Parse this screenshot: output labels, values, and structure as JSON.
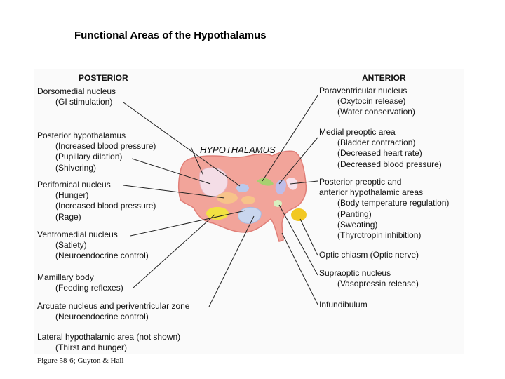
{
  "title": "Functional Areas of the Hypothalamus",
  "headers": {
    "posterior": "POSTERIOR",
    "anterior": "ANTERIOR"
  },
  "center_label": "HYPOTHALAMUS",
  "left_labels": [
    {
      "name": "Dorsomedial nucleus",
      "details": [
        "(GI stimulation)"
      ]
    },
    {
      "name": "Posterior hypothalamus",
      "details": [
        "(Increased blood pressure)",
        "(Pupillary dilation)",
        "(Shivering)"
      ]
    },
    {
      "name": "Perifornical nucleus",
      "details": [
        "(Hunger)",
        "(Increased blood pressure)",
        "(Rage)"
      ]
    },
    {
      "name": "Ventromedial nucleus",
      "details": [
        "(Satiety)",
        "(Neuroendocrine control)"
      ]
    },
    {
      "name": "Mamillary body",
      "details": [
        "(Feeding reflexes)"
      ]
    },
    {
      "name": "Arcuate nucleus and periventricular zone",
      "details": [
        "(Neuroendocrine control)"
      ]
    },
    {
      "name": "Lateral hypothalamic area (not shown)",
      "details": [
        "(Thirst and hunger)"
      ]
    }
  ],
  "right_labels": [
    {
      "name": "Paraventricular nucleus",
      "details": [
        "(Oxytocin release)",
        "(Water conservation)"
      ]
    },
    {
      "name": "Medial preoptic area",
      "details": [
        "(Bladder contraction)",
        "(Decreased heart rate)",
        "(Decreased blood pressure)"
      ]
    },
    {
      "name": "Posterior preoptic and",
      "name2": "anterior hypothalamic areas",
      "details": [
        "(Body temperature regulation)",
        "(Panting)",
        "(Sweating)",
        "(Thyrotropin inhibition)"
      ]
    },
    {
      "name": "Optic chiasm (Optic nerve)",
      "details": []
    },
    {
      "name": "Supraoptic nucleus",
      "details": [
        "(Vasopressin release)"
      ]
    },
    {
      "name": "Infundibulum",
      "details": []
    }
  ],
  "caption": "Figure 58-6; Guyton & Hall",
  "colors": {
    "hypothalamus": "#f2a49a",
    "outline": "#e07f78",
    "line": "#222222"
  }
}
